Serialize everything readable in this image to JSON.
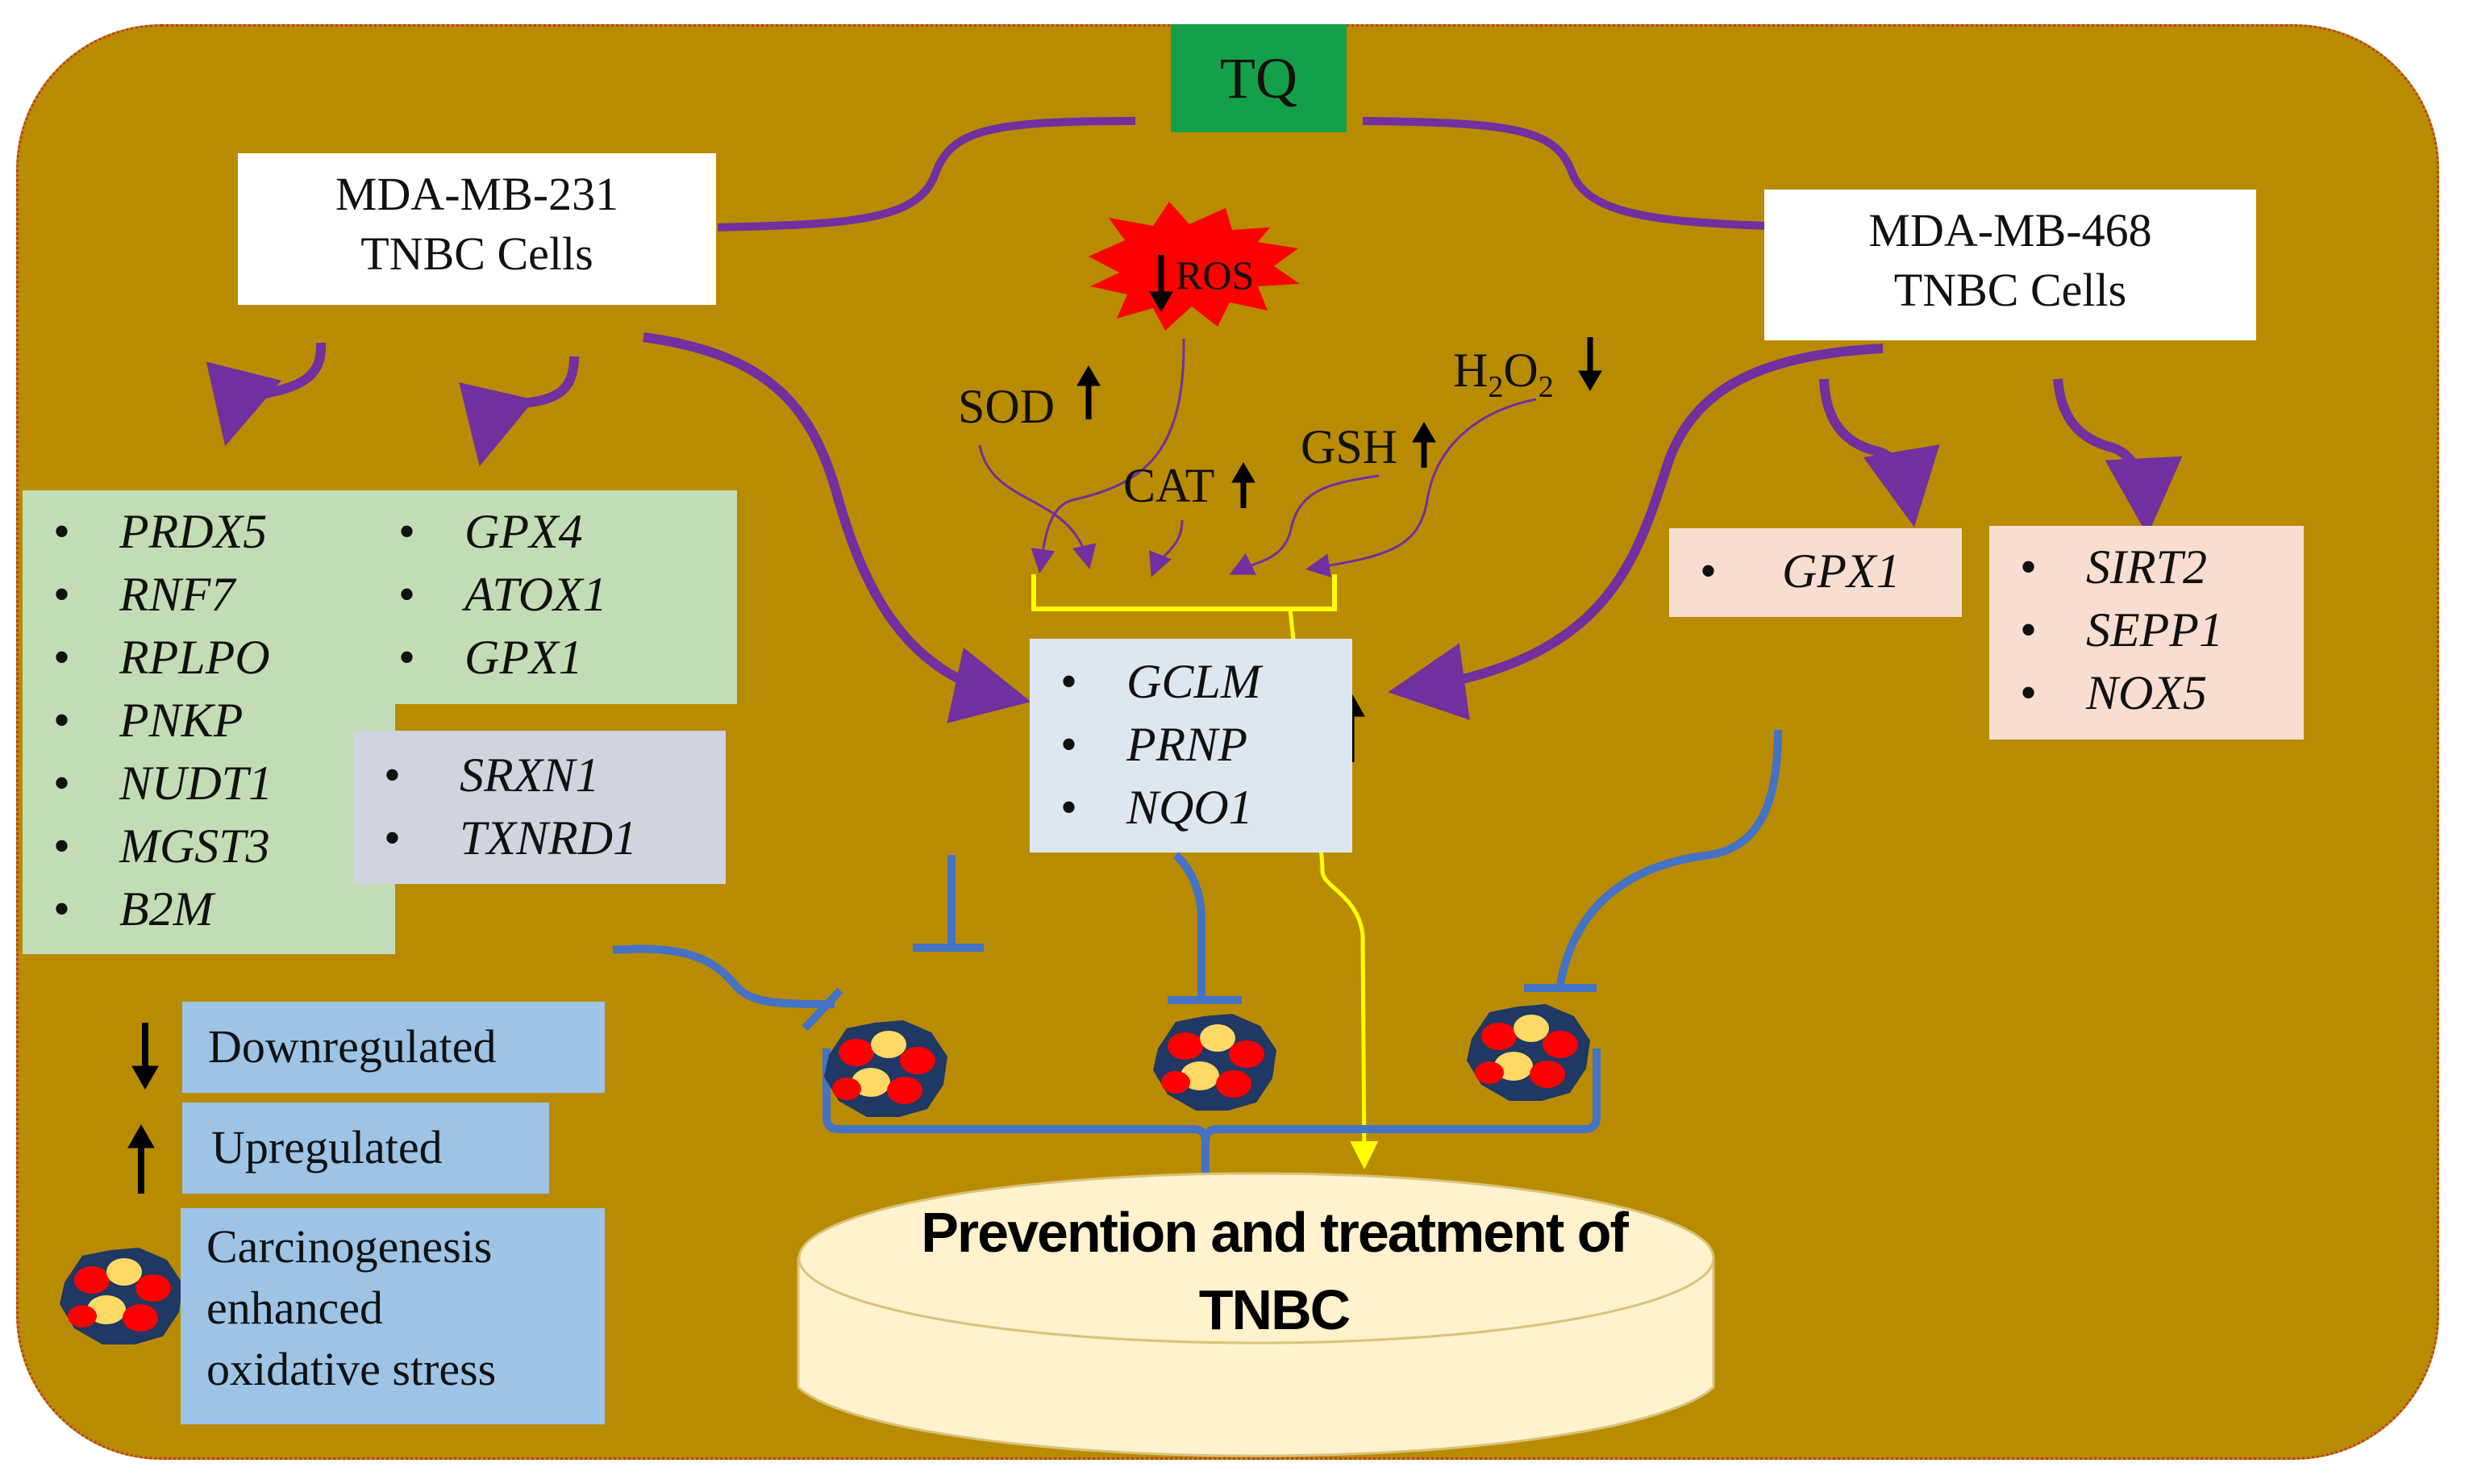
{
  "drug": "TQ",
  "cell_lines": {
    "left": {
      "line1": "MDA-MB-231",
      "line2": "TNBC Cells"
    },
    "right": {
      "line1": "MDA-MB-468",
      "line2": "TNBC Cells"
    }
  },
  "ros_label": "ROS",
  "markers": {
    "sod": "SOD",
    "cat": "CAT",
    "gsh": "GSH",
    "h2o2_main": "H",
    "h2o2_sub1": "2",
    "h2o2_mid": "O",
    "h2o2_sub2": "2"
  },
  "gene_boxes": {
    "mda231_down_list": [
      "PRDX5",
      "RNF7",
      "RPLPO",
      "PNKP",
      "NUDT1",
      "MGST3",
      "B2M"
    ],
    "mda231_down_list2": [
      "GPX4",
      "ATOX1",
      "GPX1"
    ],
    "mda231_up": [
      "SRXN1",
      "TXNRD1"
    ],
    "common_up": [
      "GCLM",
      "PRNP",
      "NQO1"
    ],
    "mda468_up": [
      "GPX1"
    ],
    "mda468_down": [
      "SIRT2",
      "SEPP1",
      "NOX5"
    ]
  },
  "legend": {
    "down": "Downregulated",
    "up": "Upregulated",
    "carcino_1": "Carcinogenesis",
    "carcino_2": "enhanced",
    "carcino_3": "oxidative stress"
  },
  "outcome": {
    "line1": "Prevention and treatment of",
    "line2": "TNBC"
  },
  "colors": {
    "background": "#b98b00",
    "purple": "#7030a0",
    "blue": "#4472c4",
    "yellow": "#ffff00",
    "ros": "#ff0000",
    "tq": "#14a04b"
  }
}
